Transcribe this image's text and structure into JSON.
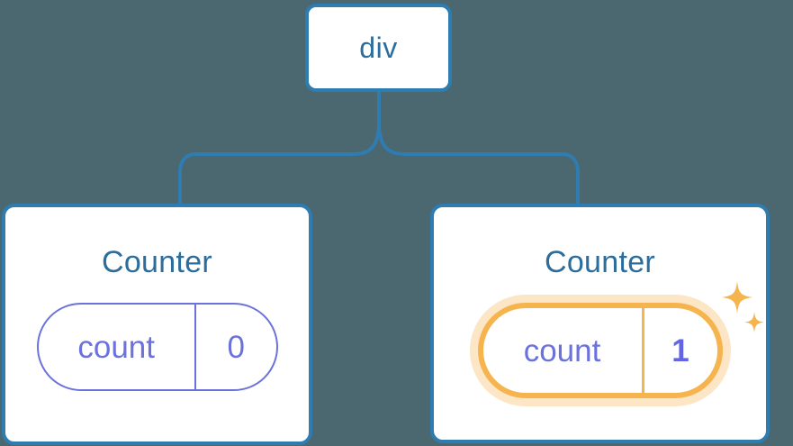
{
  "diagram": {
    "type": "component-tree",
    "background_color": "#4b6770",
    "node_border_color": "#2f7cb0",
    "node_fill_color": "#ffffff",
    "title_text_color": "#2b6d9c",
    "state_pill_color": "#6b72dc",
    "highlight_color": "#f6b44f",
    "highlight_glow_color": "rgba(246,180,79,0.33)",
    "connector_color": "#2f7cb0"
  },
  "root": {
    "label": "div"
  },
  "children": [
    {
      "title": "Counter",
      "state": {
        "key": "count",
        "value": "0"
      },
      "highlighted": false,
      "sparkles": false
    },
    {
      "title": "Counter",
      "state": {
        "key": "count",
        "value": "1"
      },
      "highlighted": true,
      "sparkles": true
    }
  ],
  "icons": {
    "sparkle_large": "sparkle-icon",
    "sparkle_small": "sparkle-small-icon"
  }
}
